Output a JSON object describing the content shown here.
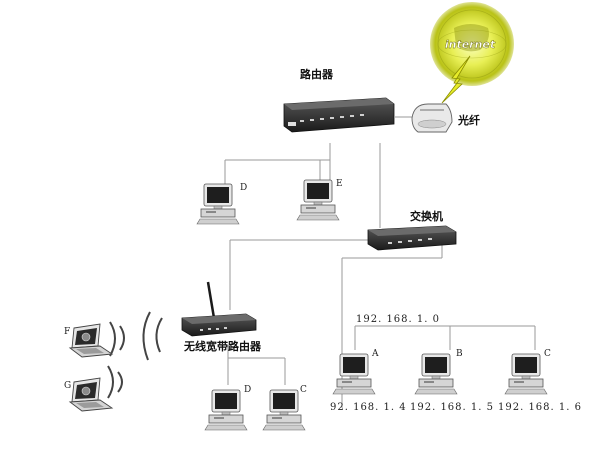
{
  "labels": {
    "internet": "internet",
    "router": "路由器",
    "fiber": "光纤",
    "switch": "交换机",
    "wireless_router": "无线宽带路由器",
    "subnet": "192. 168. 1. 0"
  },
  "pcs": {
    "top_d": "D",
    "top_e": "E",
    "a": "A",
    "b": "B",
    "c": "C",
    "bottom_d": "D",
    "bottom_c": "C",
    "laptop_f": "F",
    "laptop_g": "G"
  },
  "ips": {
    "a": "92. 168. 1. 4",
    "b": "192. 168. 1. 5",
    "c": "192. 168. 1. 6"
  },
  "colors": {
    "globe": "#d9e23a",
    "device": "#2a2a2a",
    "wire": "#9a9a9a"
  }
}
